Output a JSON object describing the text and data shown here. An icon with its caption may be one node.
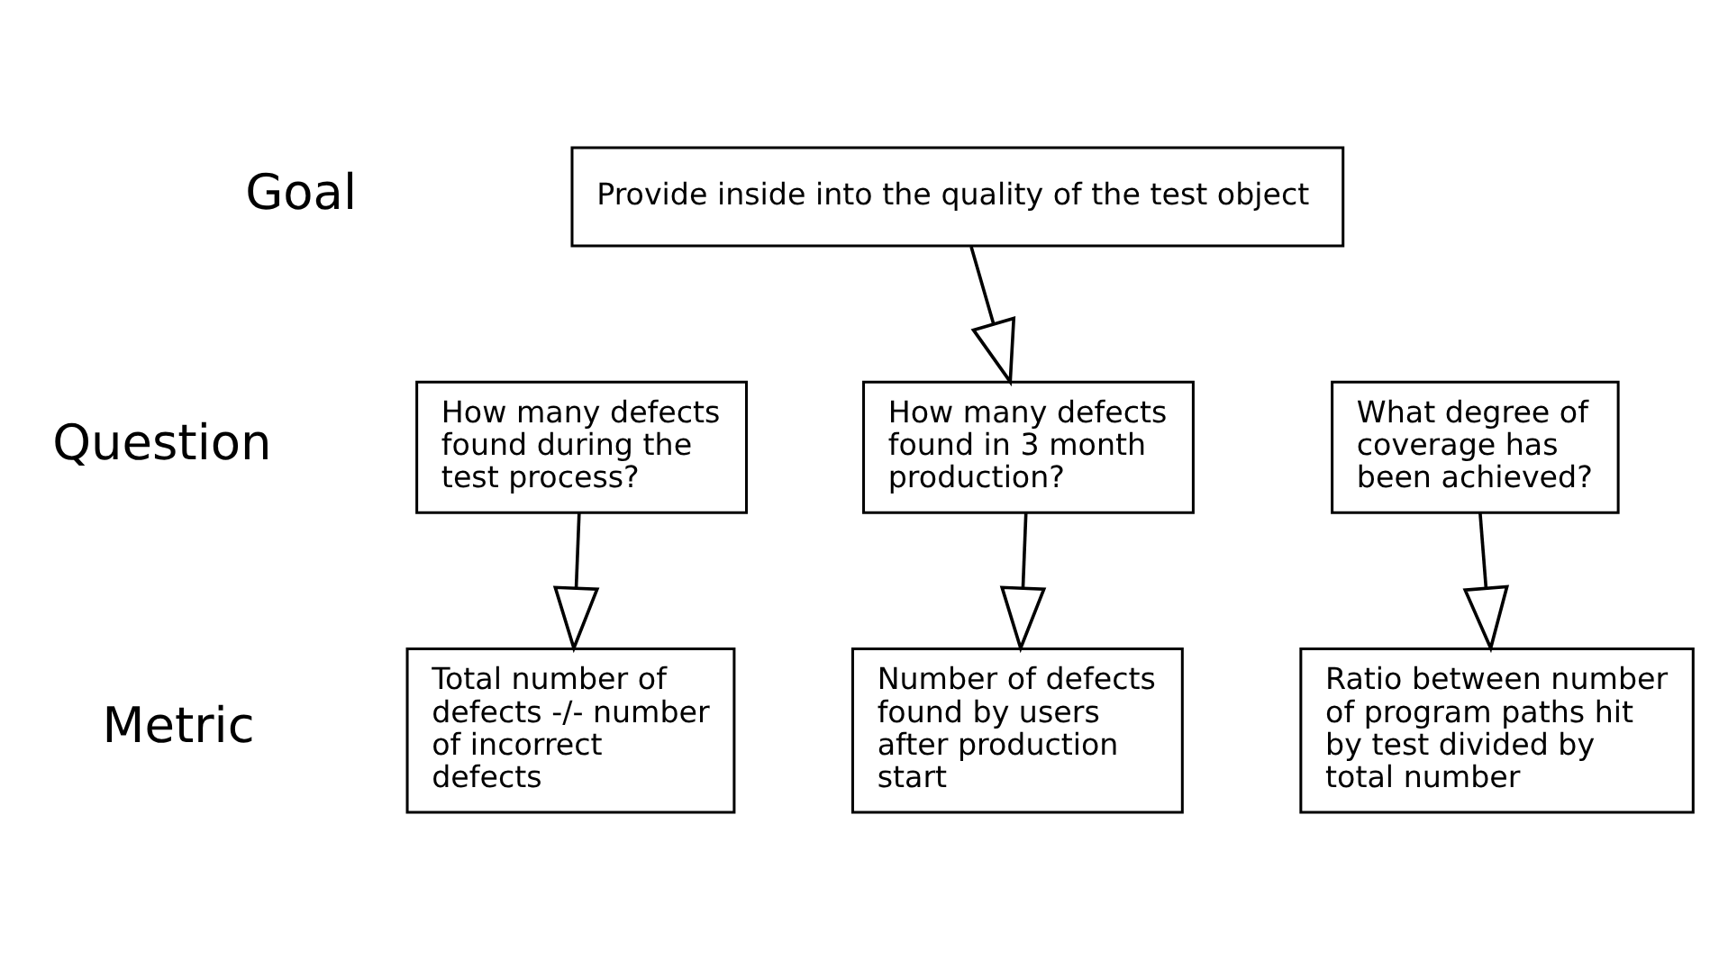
{
  "diagram": {
    "nodes": [
      {
        "text": [
          "Provide inside into the quality of the test object"
        ]
      },
      {
        "text": [
          "How many defects found during the test process?"
        ]
      },
      {
        "text": [
          "How many defects found in 3 month production?"
        ]
      },
      {
        "text": [
          "What degree of coverage has been achieved?"
        ]
      },
      {
        "text": [
          "Total number of defects -/- number of incorrect defects"
        ]
      },
      {
        "text": [
          "Number of defects found by users after production start"
        ]
      },
      {
        "text": [
          "Ratio between number of program paths hit by test divided by total number"
        ]
      }
    ],
    "edges": [
      {
        "from": 0,
        "to": 2,
        "arrow": "to"
      },
      {
        "from": 1,
        "to": 4,
        "arrow": "to"
      },
      {
        "from": 2,
        "to": 5,
        "arrow": "to"
      },
      {
        "from": 3,
        "to": 6,
        "arrow": "to"
      }
    ],
    "labels": [
      "Goal",
      "Question",
      "Metric"
    ]
  }
}
